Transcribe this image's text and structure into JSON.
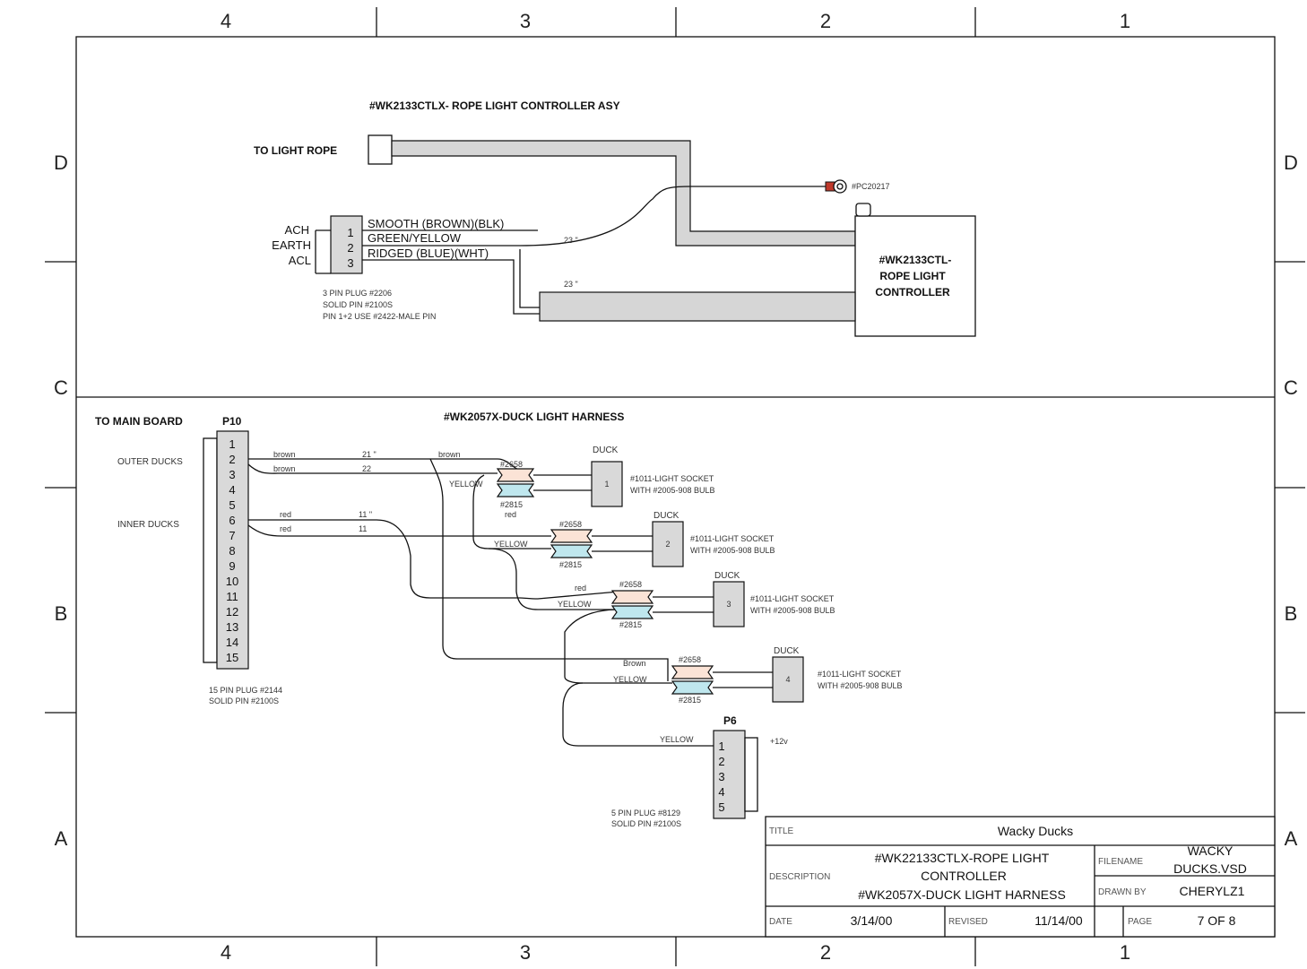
{
  "zones": {
    "cols": [
      "4",
      "3",
      "2",
      "1"
    ],
    "rows": [
      "D",
      "C",
      "B",
      "A"
    ]
  },
  "top": {
    "title": "#WK2133CTLX- ROPE LIGHT CONTROLLER ASY",
    "to_light_rope": "TO LIGHT ROPE",
    "plug_labels": [
      "ACH",
      "EARTH",
      "ACL"
    ],
    "plug_pins": [
      "1",
      "2",
      "3"
    ],
    "wires": [
      "SMOOTH (BROWN)(BLK)",
      "GREEN/YELLOW",
      "RIDGED (BLUE)(WHT)"
    ],
    "plug_notes": [
      "3 PIN PLUG #2206",
      "SOLID PIN #2100S",
      "PIN 1+2 USE #2422-MALE PIN"
    ],
    "len_a": "23 \"",
    "len_b": "23 \"",
    "part_ring": "#PC20217",
    "controller": [
      "#WK2133CTL-",
      "ROPE LIGHT",
      "CONTROLLER"
    ]
  },
  "bottom": {
    "title": "#WK2057X-DUCK LIGHT HARNESS",
    "to_main_board": "TO MAIN BOARD",
    "p10": "P10",
    "p10_pins": [
      "1",
      "2",
      "3",
      "4",
      "5",
      "6",
      "7",
      "8",
      "9",
      "10",
      "11",
      "12",
      "13",
      "14",
      "15"
    ],
    "outer_ducks": "OUTER DUCKS",
    "inner_ducks": "INNER DUCKS",
    "p10_notes": [
      "15 PIN PLUG #2144",
      "SOLID PIN #2100S"
    ],
    "wire_brown": "brown",
    "wire_red": "red",
    "wire_yellow": "YELLOW",
    "wire_brown_cap": "Brown",
    "len_21": "21 \"",
    "len_22": "22",
    "len_11a": "11 \"",
    "len_11b": "11",
    "splice_top": "#2658",
    "splice_bot": "#2815",
    "duck": "DUCK",
    "duck_nums": [
      "1",
      "2",
      "3",
      "4"
    ],
    "socket_lines": [
      "#1011-LIGHT SOCKET",
      "WITH #2005-908 BULB"
    ],
    "p6": "P6",
    "p6_pins": [
      "1",
      "2",
      "3",
      "4",
      "5"
    ],
    "p6_plus": "+12v",
    "p6_notes": [
      "5 PIN PLUG #8129",
      "SOLID PIN #2100S"
    ]
  },
  "title_block": {
    "title_label": "TITLE",
    "title": "Wacky Ducks",
    "desc_label": "DESCRIPTION",
    "desc": [
      "#WK22133CTLX-ROPE LIGHT",
      "CONTROLLER",
      "#WK2057X-DUCK LIGHT HARNESS"
    ],
    "filename_label": "FILENAME",
    "filename": [
      "WACKY",
      "DUCKS.VSD"
    ],
    "drawnby_label": "DRAWN BY",
    "drawnby": "CHERYLZ1",
    "date_label": "DATE",
    "date": "3/14/00",
    "revised_label": "REVISED",
    "revised": "11/14/00",
    "page_label": "PAGE",
    "page": "7 OF 8"
  }
}
